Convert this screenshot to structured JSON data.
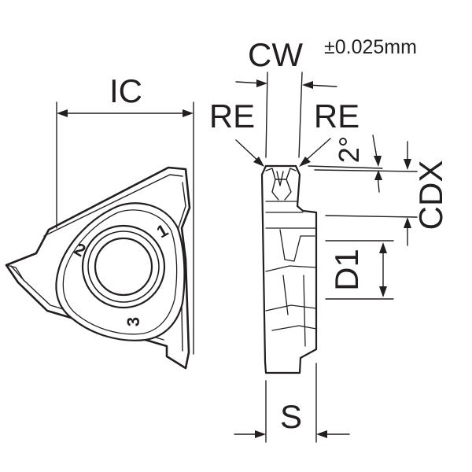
{
  "dimensions": {
    "ic": "IC",
    "cw": "CW",
    "cw_tolerance": "±0.025mm",
    "re_left": "RE",
    "re_right": "RE",
    "angle": "2°",
    "cdx": "CDX",
    "d1": "D1",
    "s": "S"
  },
  "insert_markings": {
    "edge_1": "1",
    "edge_2": "2",
    "edge_3": "3"
  },
  "colors": {
    "line": "#231f20",
    "background": "#ffffff"
  }
}
